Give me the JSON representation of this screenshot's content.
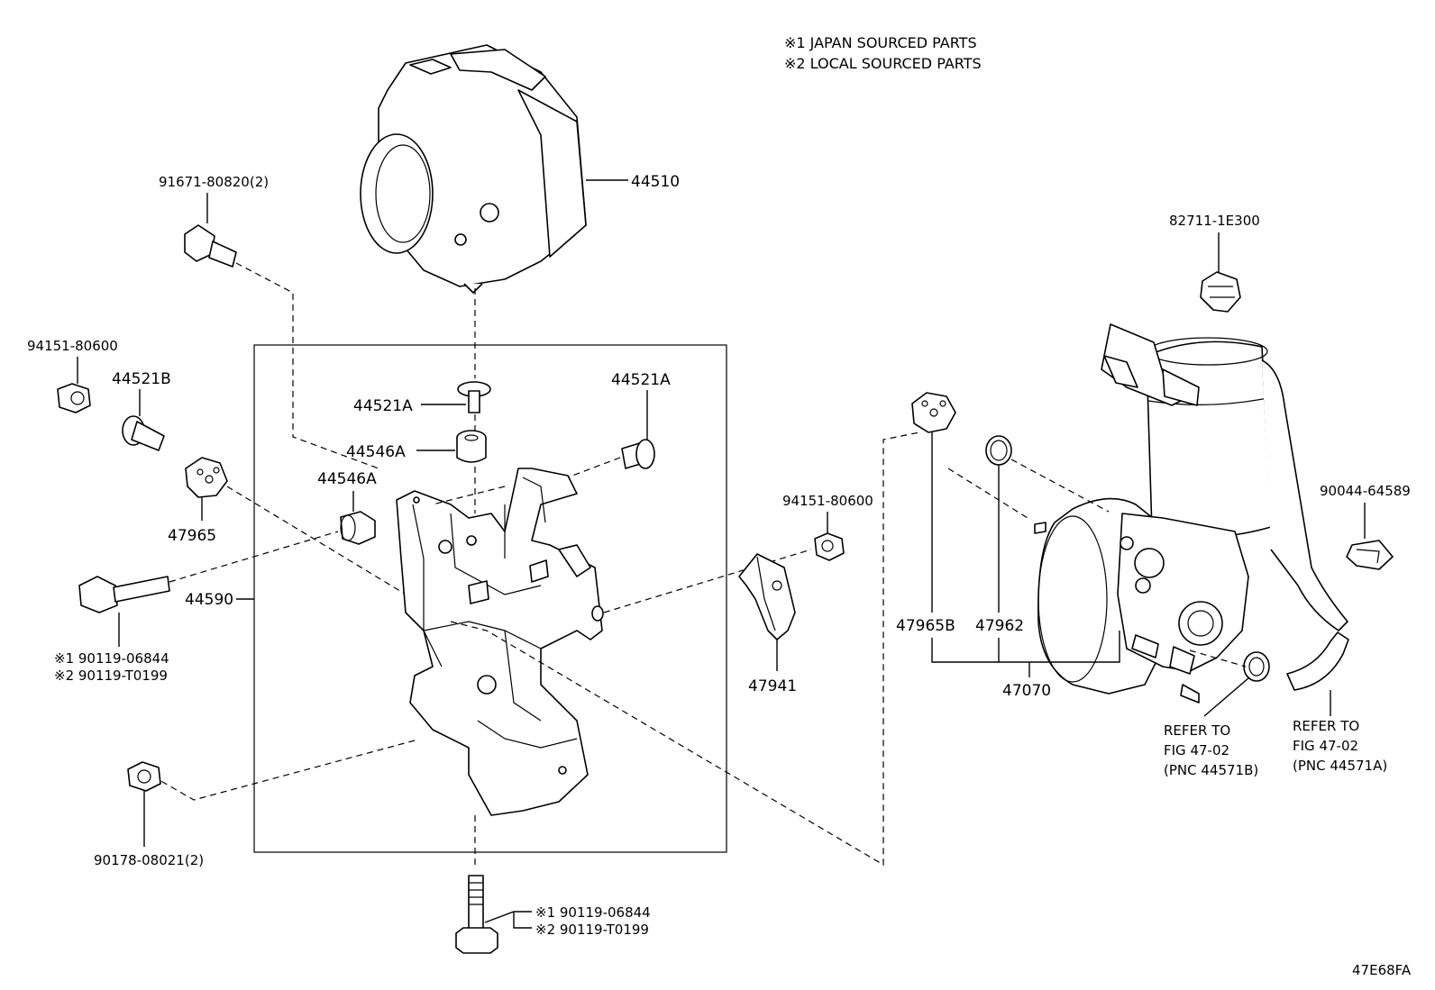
{
  "notes": {
    "note1": "※1 JAPAN SOURCED PARTS",
    "note2": "※2 LOCAL SOURCED PARTS"
  },
  "labels": {
    "p44510": "44510",
    "p91671": "91671-80820(2)",
    "p94151_left": "94151-80600",
    "p44521B": "44521B",
    "p47965": "47965",
    "p44590": "44590",
    "p44521A_center": "44521A",
    "p44546A_center": "44546A",
    "p44546A_left": "44546A",
    "p44521A_right": "44521A",
    "bolt_left_1": "※1 90119-06844",
    "bolt_left_2": "※2 90119-T0199",
    "p90178": "90178-08021(2)",
    "bolt_bottom_1": "※1 90119-06844",
    "bolt_bottom_2": "※2 90119-T0199",
    "p94151_right": "94151-80600",
    "p47941": "47941",
    "p82711": "82711-1E300",
    "p90044": "90044-64589",
    "p47965B": "47965B",
    "p47962": "47962",
    "p47070": "47070",
    "refer_b_1": "REFER TO",
    "refer_b_2": "FIG 47-02",
    "refer_b_3": "(PNC 44571B)",
    "refer_a_1": "REFER TO",
    "refer_a_2": "FIG 47-02",
    "refer_a_3": "(PNC 44571A)",
    "figure_code": "47E68FA"
  }
}
